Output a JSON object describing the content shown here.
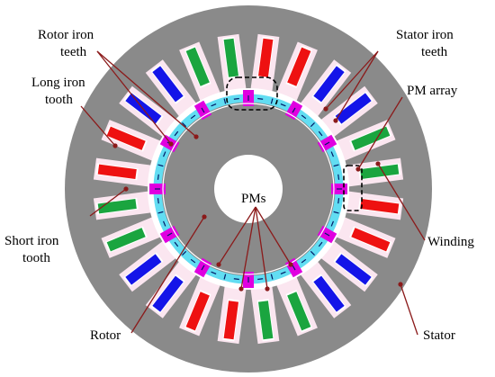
{
  "labels": {
    "rotor_iron_teeth": [
      "Rotor iron",
      "teeth"
    ],
    "stator_iron_teeth": [
      "Stator iron",
      "teeth"
    ],
    "long_iron_tooth": [
      "Long iron",
      "tooth"
    ],
    "pm_array": "PM array",
    "pms": "PMs",
    "short_iron_tooth": [
      "Short iron",
      "tooth"
    ],
    "winding": "Winding",
    "rotor": "Rotor",
    "stator": "Stator"
  },
  "colors": {
    "iron": "#8a8a8a",
    "pm_magenta": "#e000e0",
    "pm_cyan": "#62ddf2",
    "slot_pink": "#fbe6f0",
    "phase_red": "#ee1111",
    "phase_blue": "#1414e8",
    "phase_green": "#1aa53f",
    "leader": "#8b1a1a"
  },
  "winding_phases": [
    "red",
    "red",
    "blue",
    "blue",
    "green",
    "green"
  ]
}
